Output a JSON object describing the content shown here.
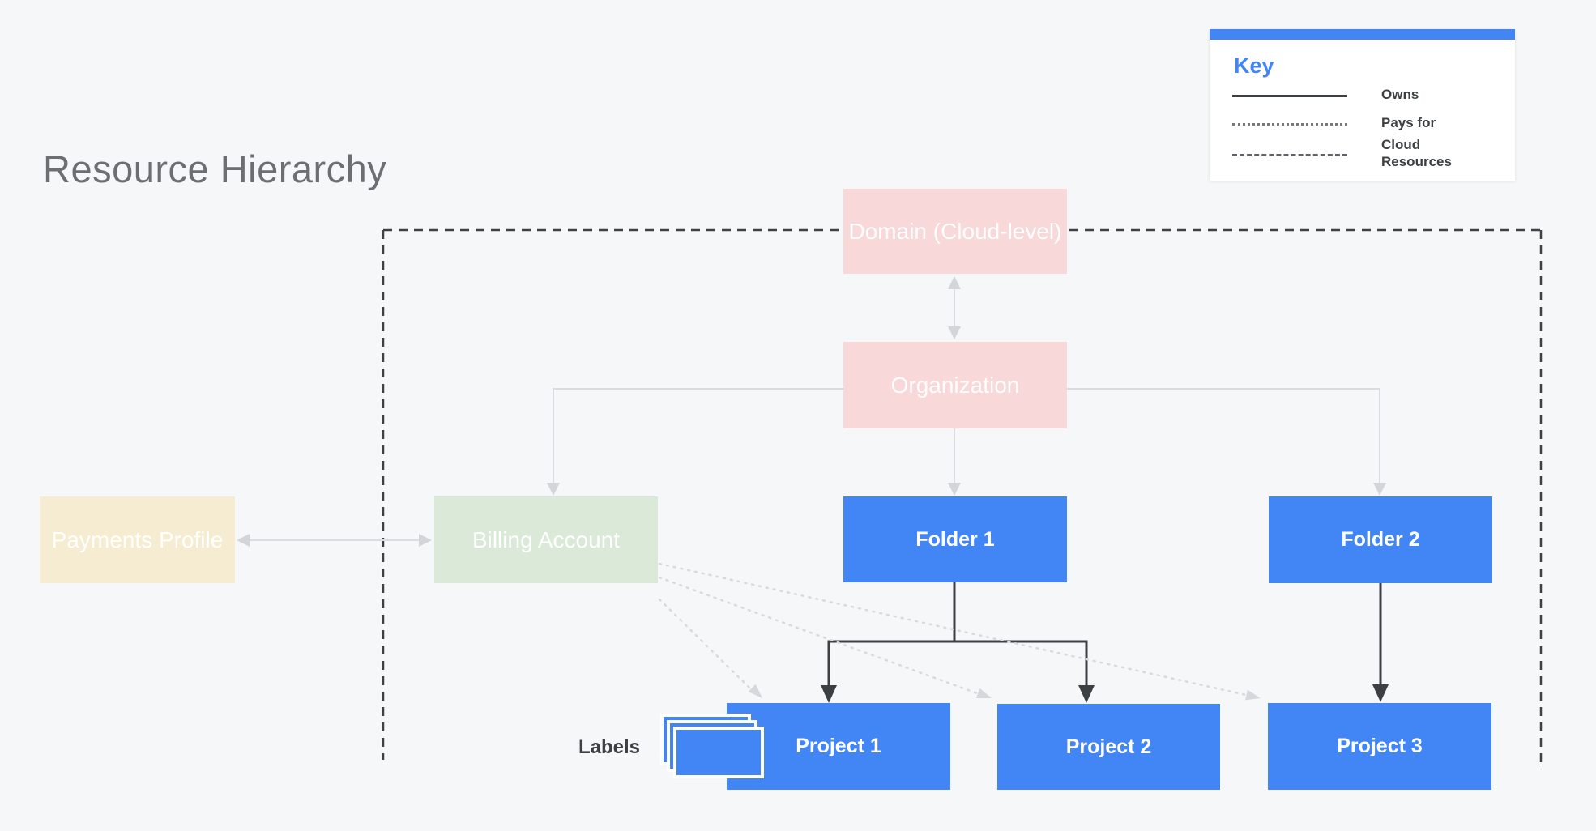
{
  "title": "Resource Hierarchy",
  "legend": {
    "title": "Key",
    "items": [
      {
        "line_style": "solid",
        "label": "Owns"
      },
      {
        "line_style": "dotted",
        "label": "Pays for"
      },
      {
        "line_style": "dashed",
        "label": "Cloud Resources"
      }
    ]
  },
  "nodes": {
    "domain": {
      "label": "Domain (Cloud-level)",
      "color_role": "pink"
    },
    "organization": {
      "label": "Organization",
      "color_role": "pink"
    },
    "payments_profile": {
      "label": "Payments Profile",
      "color_role": "cream"
    },
    "billing_account": {
      "label": "Billing Account",
      "color_role": "green"
    },
    "folder1": {
      "label": "Folder 1",
      "color_role": "blue"
    },
    "folder2": {
      "label": "Folder 2",
      "color_role": "blue"
    },
    "project1": {
      "label": "Project 1",
      "color_role": "blue"
    },
    "project2": {
      "label": "Project 2",
      "color_role": "blue"
    },
    "project3": {
      "label": "Project 3",
      "color_role": "blue"
    }
  },
  "labels_annotation": {
    "label": "Labels",
    "icon": "stacked-cards-icon"
  },
  "edges": [
    {
      "from": "domain",
      "to": "organization",
      "style": "gray-double-arrow",
      "relation": "owns"
    },
    {
      "from": "payments_profile",
      "to": "billing_account",
      "style": "gray-double-arrow",
      "relation": "owns"
    },
    {
      "from": "organization",
      "to": "billing_account",
      "style": "gray-arrow",
      "relation": "owns"
    },
    {
      "from": "organization",
      "to": "folder1",
      "style": "gray-arrow",
      "relation": "owns"
    },
    {
      "from": "organization",
      "to": "folder2",
      "style": "gray-arrow",
      "relation": "owns"
    },
    {
      "from": "folder1",
      "to": "project1",
      "style": "dark-arrow",
      "relation": "owns"
    },
    {
      "from": "folder1",
      "to": "project2",
      "style": "dark-arrow",
      "relation": "owns"
    },
    {
      "from": "folder2",
      "to": "project3",
      "style": "dark-arrow",
      "relation": "owns"
    },
    {
      "from": "billing_account",
      "to": "project1",
      "style": "dotted-arrow",
      "relation": "pays_for"
    },
    {
      "from": "billing_account",
      "to": "project2",
      "style": "dotted-arrow",
      "relation": "pays_for"
    },
    {
      "from": "billing_account",
      "to": "project3",
      "style": "dotted-arrow",
      "relation": "pays_for"
    },
    {
      "boundary": "cloud_resources",
      "style": "dashed-rectangle",
      "relation": "cloud_resources"
    }
  ],
  "colors": {
    "background": "#f5f7f8",
    "accent_blue": "#4285f4",
    "node_blue": "#4285f4",
    "node_pink": "#f8d8d8",
    "node_green": "#dbe9d8",
    "node_cream": "#f6ecd1",
    "dark_line": "#3c4043",
    "gray_line": "#dadce0"
  }
}
